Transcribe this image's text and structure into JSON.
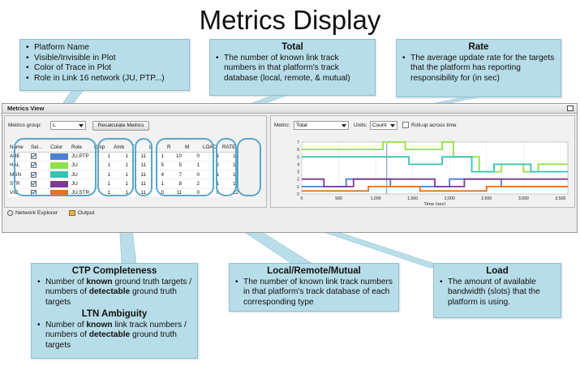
{
  "title": "Metrics Display",
  "callouts": {
    "platform": {
      "items": [
        "Platform Name",
        "Visible/Invisible  in Plot",
        "Color of Trace in Plot",
        "Role in Link 16 network (JU, PTP...)"
      ]
    },
    "total": {
      "heading": "Total",
      "text": "The number of known link track numbers in that platform's track database (local, remote, & mutual)"
    },
    "rate": {
      "heading": "Rate",
      "text": "The average update rate for the targets that the platform has reporting responsibility for (in sec)"
    },
    "ctp": {
      "heading": "CTP Completeness",
      "t1": "Number of ",
      "b1": "known",
      "t2": " ground truth targets / numbers of ",
      "b2": "detectable",
      "t3": " ground truth targets",
      "heading2": "LTN Ambiguity",
      "u1": "Number of ",
      "ub1": "known",
      "u2": " link track numbers / numbers of ",
      "ub2": "detectable",
      "u3": " ground truth targets"
    },
    "lrm": {
      "heading": "Local/Remote/Mutual",
      "text": "The number of known link track numbers in that platform's track database of each corresponding type"
    },
    "load": {
      "heading": "Load",
      "text": "The amount of available bandwidth  (slots) that the platform is using."
    }
  },
  "app": {
    "window_title": "Metrics View",
    "metrics_group_label": "Metrics group:",
    "metrics_group_value": "L",
    "recalc_label": "Recalculate Metrics",
    "metric_label": "Metric:",
    "metric_value": "Total",
    "units_label": "Units:",
    "units_value": "Count",
    "rollup_label": "Roll-up across time",
    "columns": [
      "Name",
      "Sel...",
      "Color",
      "Role",
      "Cmp",
      "Amb",
      "T",
      "L",
      "R",
      "M",
      "LOAD",
      "RATE"
    ],
    "rows": [
      {
        "name": "ABE",
        "color": "#4a7fd4",
        "role": "JU,PTP",
        "cmp": "1",
        "amb": "1",
        "t": "11",
        "l": "1",
        "r": "10",
        "m": "0",
        "load": "1",
        "rate": "12"
      },
      {
        "name": "HAL",
        "color": "#8fe04a",
        "role": "JU",
        "cmp": "1",
        "amb": "1",
        "t": "11",
        "l": "5",
        "r": "5",
        "m": "1",
        "load": "2",
        "rate": "12"
      },
      {
        "name": "MSN",
        "color": "#34c3b0",
        "role": "JU",
        "cmp": "1",
        "amb": "1",
        "t": "11",
        "l": "4",
        "r": "7",
        "m": "0",
        "load": "1",
        "rate": "12"
      },
      {
        "name": "STR",
        "color": "#7a3d8c",
        "role": "JU",
        "cmp": "1",
        "amb": "1",
        "t": "11",
        "l": "1",
        "r": "8",
        "m": "2",
        "load": "1",
        "rate": "12"
      },
      {
        "name": "VIC",
        "color": "#e8701a",
        "role": "JU,STR",
        "cmp": "1",
        "amb": "1",
        "t": "11",
        "l": "0",
        "r": "11",
        "m": "0",
        "load": "0",
        "rate": "12"
      }
    ],
    "status_tabs": [
      "Network Explorer",
      "Output"
    ]
  },
  "chart_data": {
    "type": "line",
    "xlabel": "Time (sec)",
    "ylabel": "",
    "xlim": [
      0,
      3600
    ],
    "ylim": [
      0,
      7
    ],
    "xticks": [
      "0",
      "500",
      "1,000",
      "1,500",
      "2,000",
      "2,500",
      "3,000",
      "3,500"
    ],
    "yticks": [
      "0",
      "1",
      "2",
      "3",
      "4",
      "5",
      "6",
      "7"
    ],
    "series": [
      {
        "color": "#8fe04a",
        "x": [
          0,
          1100,
          1100,
          1400,
          1400,
          1900,
          1900,
          2050,
          2050,
          2400,
          2400,
          2700,
          2700,
          3000,
          3000,
          3200,
          3200,
          3600
        ],
        "y": [
          6,
          6,
          7,
          7,
          6,
          6,
          7,
          7,
          5,
          5,
          3,
          3,
          4,
          4,
          3,
          3,
          4,
          4
        ]
      },
      {
        "color": "#34c3b0",
        "x": [
          0,
          1450,
          1450,
          1900,
          1900,
          2300,
          2300,
          2600,
          2600,
          3100,
          3100,
          3600
        ],
        "y": [
          5,
          5,
          4,
          4,
          5,
          5,
          3,
          3,
          4,
          4,
          3,
          3
        ]
      },
      {
        "color": "#4a7fd4",
        "x": [
          0,
          600,
          600,
          1200,
          1200,
          2000,
          2000,
          2700,
          2700,
          3600
        ],
        "y": [
          1,
          1,
          2,
          2,
          1,
          1,
          2,
          2,
          1,
          1
        ]
      },
      {
        "color": "#7a3d8c",
        "x": [
          0,
          300,
          300,
          700,
          700,
          1800,
          1800,
          2200,
          2200,
          3600
        ],
        "y": [
          2,
          2,
          1,
          1,
          2,
          2,
          1,
          1,
          2,
          2
        ]
      },
      {
        "color": "#e8701a",
        "x": [
          0,
          900,
          900,
          1600,
          1600,
          2500,
          2500,
          3600
        ],
        "y": [
          0.4,
          0.4,
          1,
          1,
          0.4,
          0.4,
          1,
          1
        ]
      }
    ]
  }
}
